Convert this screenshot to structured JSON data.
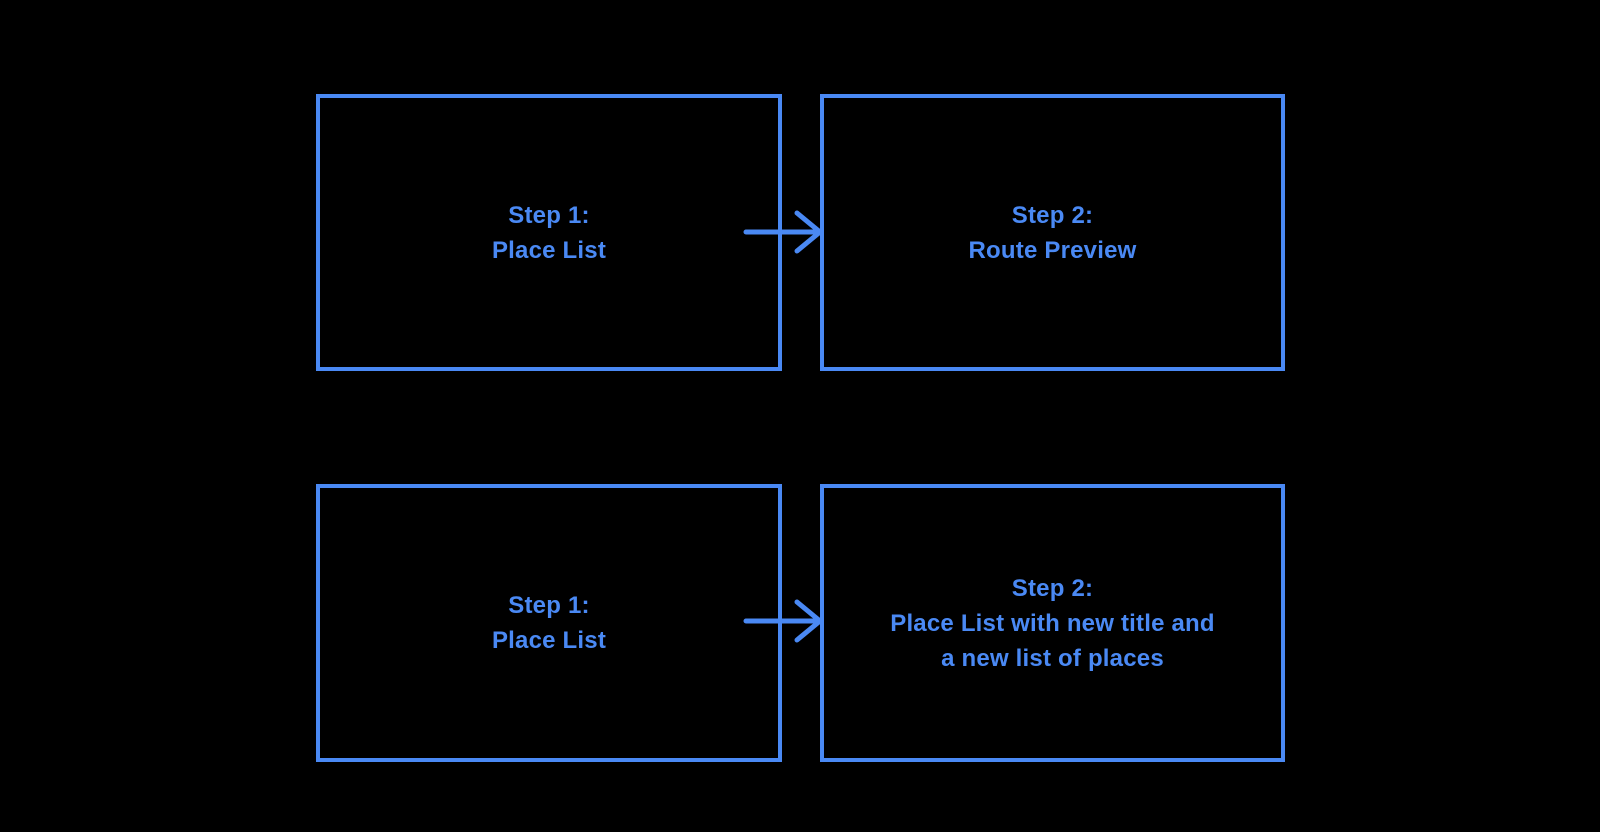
{
  "canvas": {
    "background": "#000000"
  },
  "theme": {
    "accent": "#4a89f4"
  },
  "flow": {
    "rows": [
      {
        "source": {
          "lines": [
            "Step 1:",
            "Place List"
          ]
        },
        "connector": "arrow-right",
        "target": {
          "lines": [
            "Step 2:",
            "Route Preview"
          ]
        }
      },
      {
        "source": {
          "lines": [
            "Step 1:",
            "Place List"
          ]
        },
        "connector": "arrow-right",
        "target": {
          "lines": [
            "Step 2:",
            "Place List with new title and",
            "a new list of places"
          ]
        }
      }
    ]
  }
}
